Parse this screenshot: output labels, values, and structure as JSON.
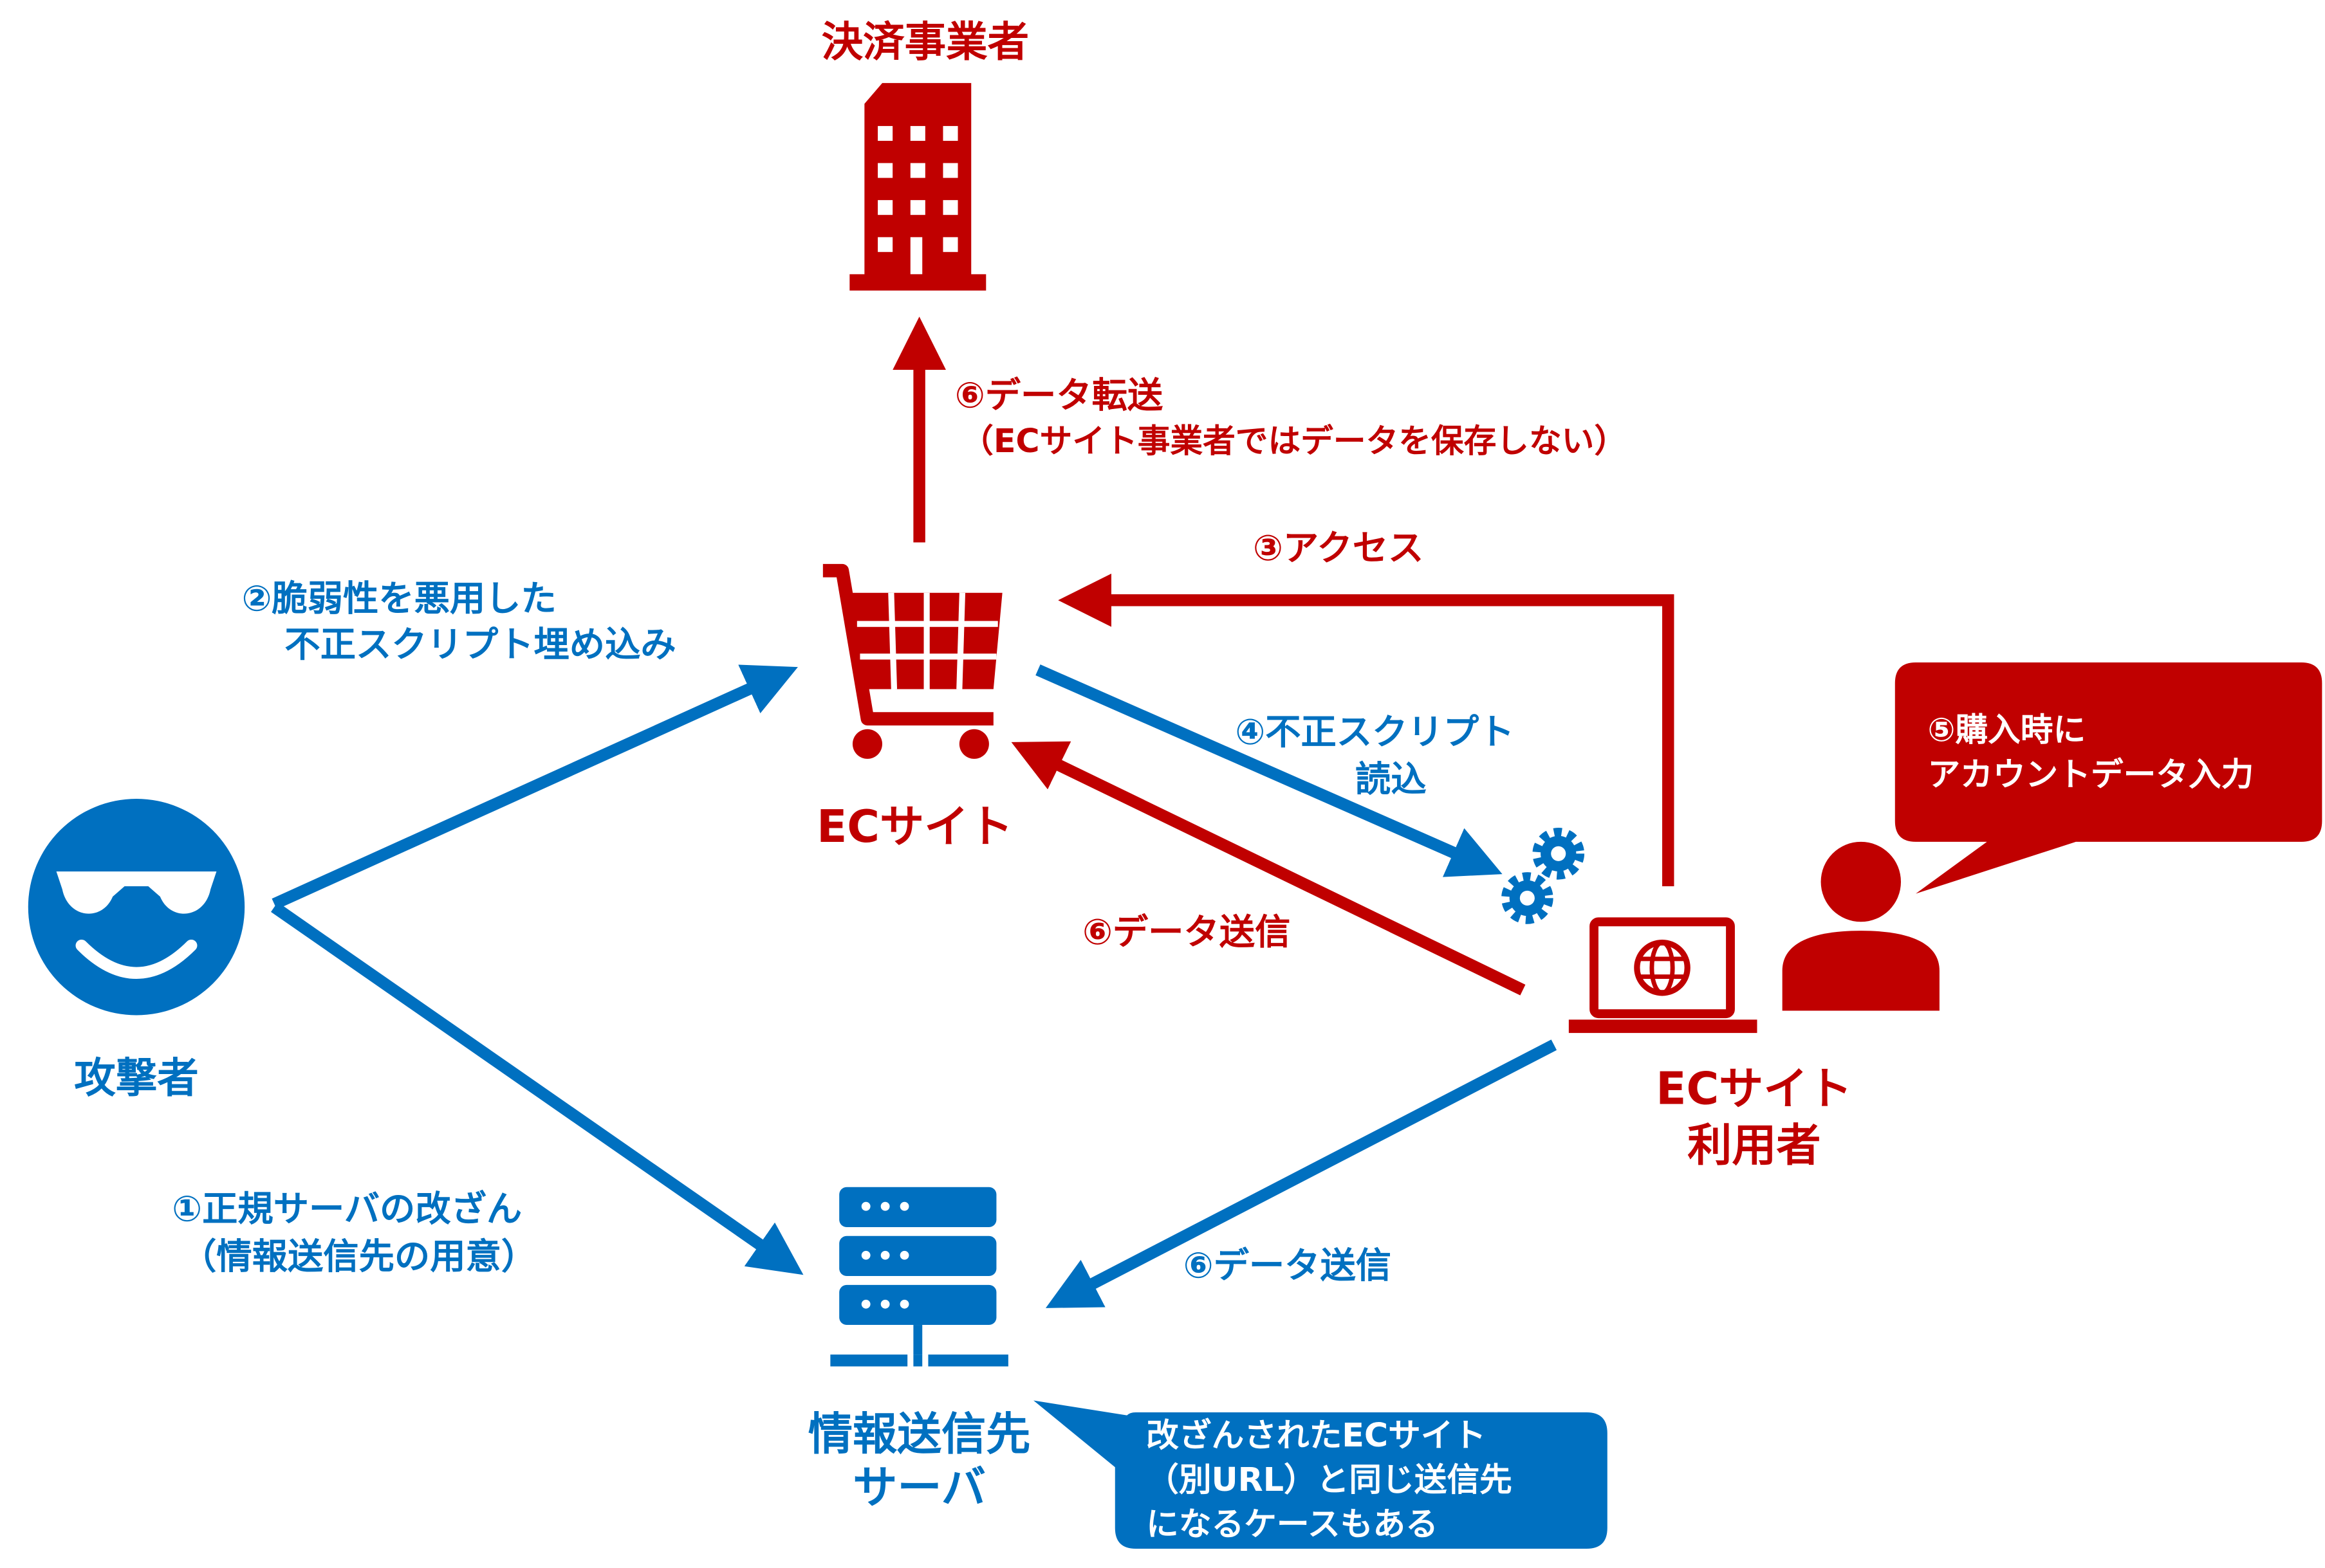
{
  "colors": {
    "red": "#c00000",
    "blue": "#0070c0"
  },
  "payment_provider": {
    "label": "決済事業者",
    "icon": "building-icon"
  },
  "ec_site": {
    "label": "ECサイト",
    "icon": "shopping-cart-icon"
  },
  "attacker": {
    "label": "攻撃者",
    "icon": "sunglasses-face-icon"
  },
  "user": {
    "label_line1": "ECサイト",
    "label_line2": "利用者",
    "icons": [
      "laptop-globe-icon",
      "person-icon"
    ]
  },
  "exfil_server": {
    "label_line1": "情報送信先",
    "label_line2": "サーバ",
    "icon": "server-icon"
  },
  "steps": {
    "step1_line1": "①正規サーバの改ざん",
    "step1_line2": "（情報送信先の用意）",
    "step2_line1": "②脆弱性を悪用した",
    "step2_line2": "不正スクリプト埋め込み",
    "step3": "③アクセス",
    "step4_line1": "④不正スクリプト",
    "step4_line2": "読込",
    "step5_line1": "⑤購入時に",
    "step5_line2": "アカウントデータ入力",
    "step6_send_ec": "⑥データ送信",
    "step6_send_server": "⑥データ送信",
    "step6_transfer_line1": "⑥データ転送",
    "step6_transfer_line2": "（ECサイト事業者ではデータを保存しない）"
  },
  "note": {
    "line1": "改ざんされたECサイト",
    "line2": "（別URL）と同じ送信先",
    "line3": "になるケースもある"
  }
}
